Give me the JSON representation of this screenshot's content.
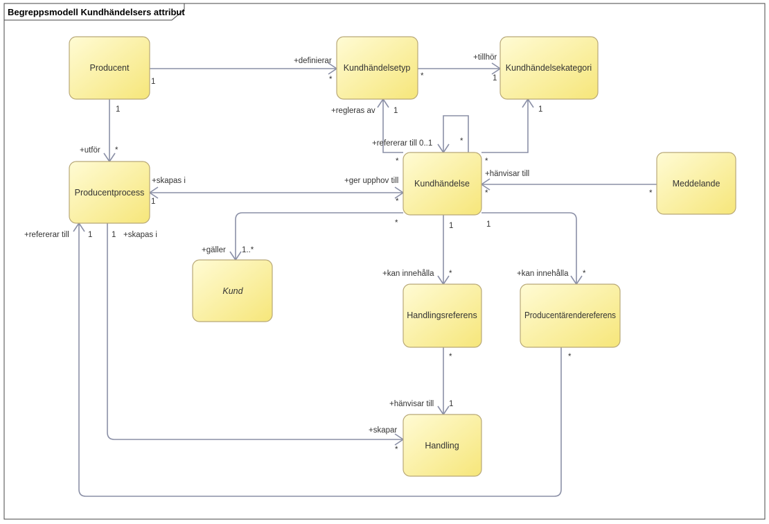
{
  "diagram": {
    "title": "Begreppsmodell Kundhändelsers attribut"
  },
  "classes": {
    "producent": "Producent",
    "kundhandelsetyp": "Kundhändelsetyp",
    "kundhandelsekategori": "Kundhändelsekategori",
    "producentprocess": "Producentprocess",
    "kundhandelse": "Kundhändelse",
    "meddelande": "Meddelande",
    "kund": "Kund",
    "handlingsreferens": "Handlingsreferens",
    "producentarendereferens": "Producentärendereferens",
    "handling": "Handling"
  },
  "labels": {
    "producent_typ_src_mult": "1",
    "producent_typ_role": "+definierar",
    "producent_typ_mult": "*",
    "typ_kat_src_mult": "*",
    "typ_kat_role": "+tillhör",
    "typ_kat_mult": "1",
    "typ_regleras_role": "+regleras av",
    "typ_regleras_mult": "1",
    "kh_typ_mult": "*",
    "kh_self_role": "+refererar till 0..1",
    "kh_self_mult": "*",
    "kh_kat_mult": "1",
    "kh_kat_src_mult": "*",
    "prod_proc_src_mult": "1",
    "prod_proc_role": "+utför",
    "prod_proc_mult": "*",
    "proc_kh_role_left": "+skapas i",
    "proc_kh_mult_left": "1",
    "proc_kh_role_right": "+ger upphov till",
    "proc_kh_mult_right": "*",
    "medd_kh_role": "+hänvisar till",
    "medd_kh_mult": "*",
    "medd_src_mult": "*",
    "kh_kund_src_mult": "*",
    "kh_kund_role": "+gäller",
    "kh_kund_mult": "1..*",
    "kh_hr_src_mult": "1",
    "kh_hr_role": "+kan innehålla",
    "kh_hr_mult": "*",
    "kh_par_src_mult": "1",
    "kh_par_role": "+kan innehålla",
    "kh_par_mult": "*",
    "hr_h_src_mult": "*",
    "hr_h_role": "+hänvisar till",
    "hr_h_mult": "1",
    "proc_h_src_mult": "1",
    "proc_h_src_role": "+skapas i",
    "proc_h_role": "+skapar",
    "proc_h_mult": "*",
    "par_proc_src_mult": "*",
    "par_proc_role": "+refererar till",
    "par_proc_mult": "1"
  },
  "colors": {
    "box_fill_top": "#fffbd0",
    "box_fill_bottom": "#f7e77a",
    "box_stroke": "#b8a877",
    "edge": "#8a8fa6"
  }
}
